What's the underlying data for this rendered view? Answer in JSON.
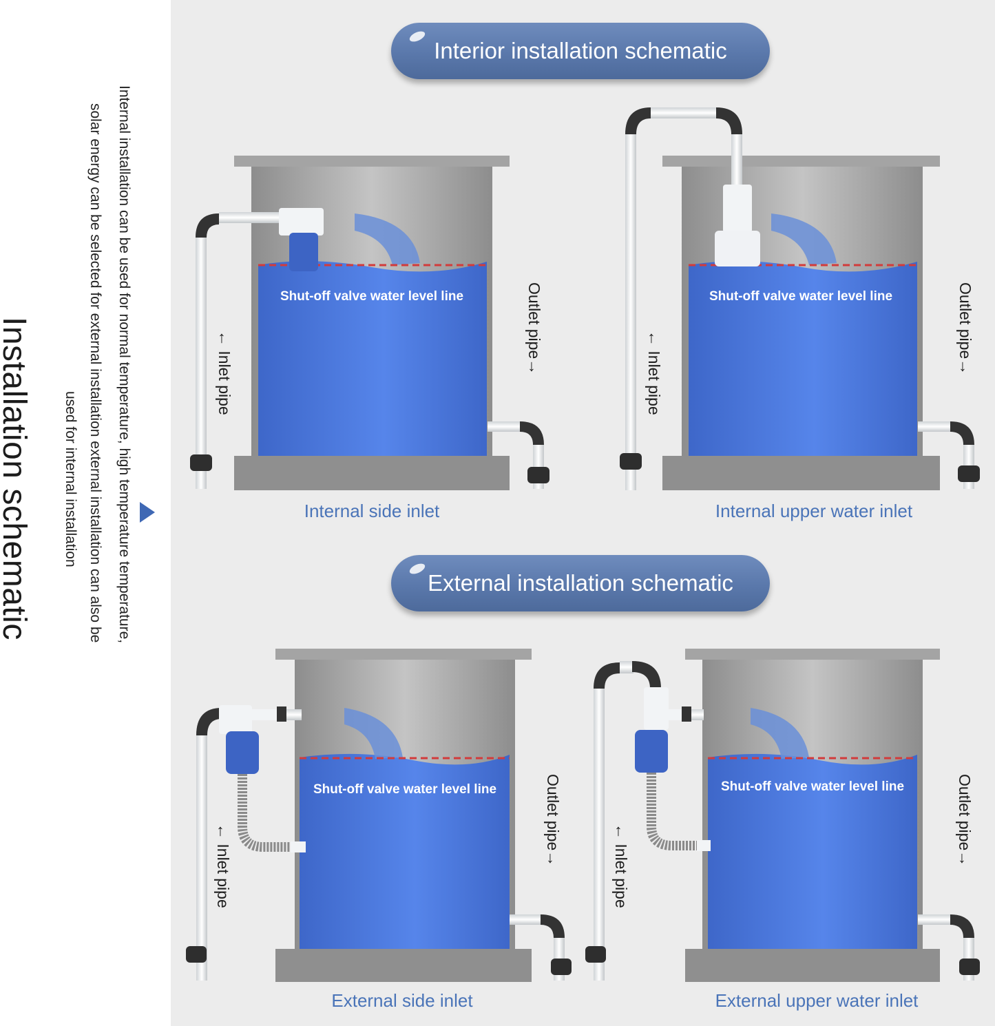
{
  "sidebar": {
    "title": "Installation schematic",
    "description_lines": [
      "Internal installation can be used for normal temperature, high temperature temperature,",
      "solar energy can be selected for external installation external installation can also be",
      "used for internal installation"
    ]
  },
  "sections": [
    {
      "title": "Interior installation schematic"
    },
    {
      "title": "External installation schematic"
    }
  ],
  "diagrams": [
    {
      "caption": "Internal side inlet",
      "level_label": "Shut-off valve water level line",
      "inlet_label": "← Inlet pipe",
      "outlet_label": "Outlet pipe→"
    },
    {
      "caption": "Internal upper water inlet",
      "level_label": "Shut-off valve water level line",
      "inlet_label": "← Inlet pipe",
      "outlet_label": "Outlet pipe→"
    },
    {
      "caption": "External side inlet",
      "level_label": "Shut-off valve water level line",
      "inlet_label": "← Inlet pipe",
      "outlet_label": "Outlet pipe→"
    },
    {
      "caption": "External upper water inlet",
      "level_label": "Shut-off valve water level line",
      "inlet_label": "← Inlet pipe",
      "outlet_label": "Outlet pipe→"
    }
  ],
  "colors": {
    "accent": "#3f68b4",
    "pill": "#5a78ab",
    "water": "#4a73d9",
    "tank": "#9a9a9a",
    "level_line": "#d23b3b"
  }
}
